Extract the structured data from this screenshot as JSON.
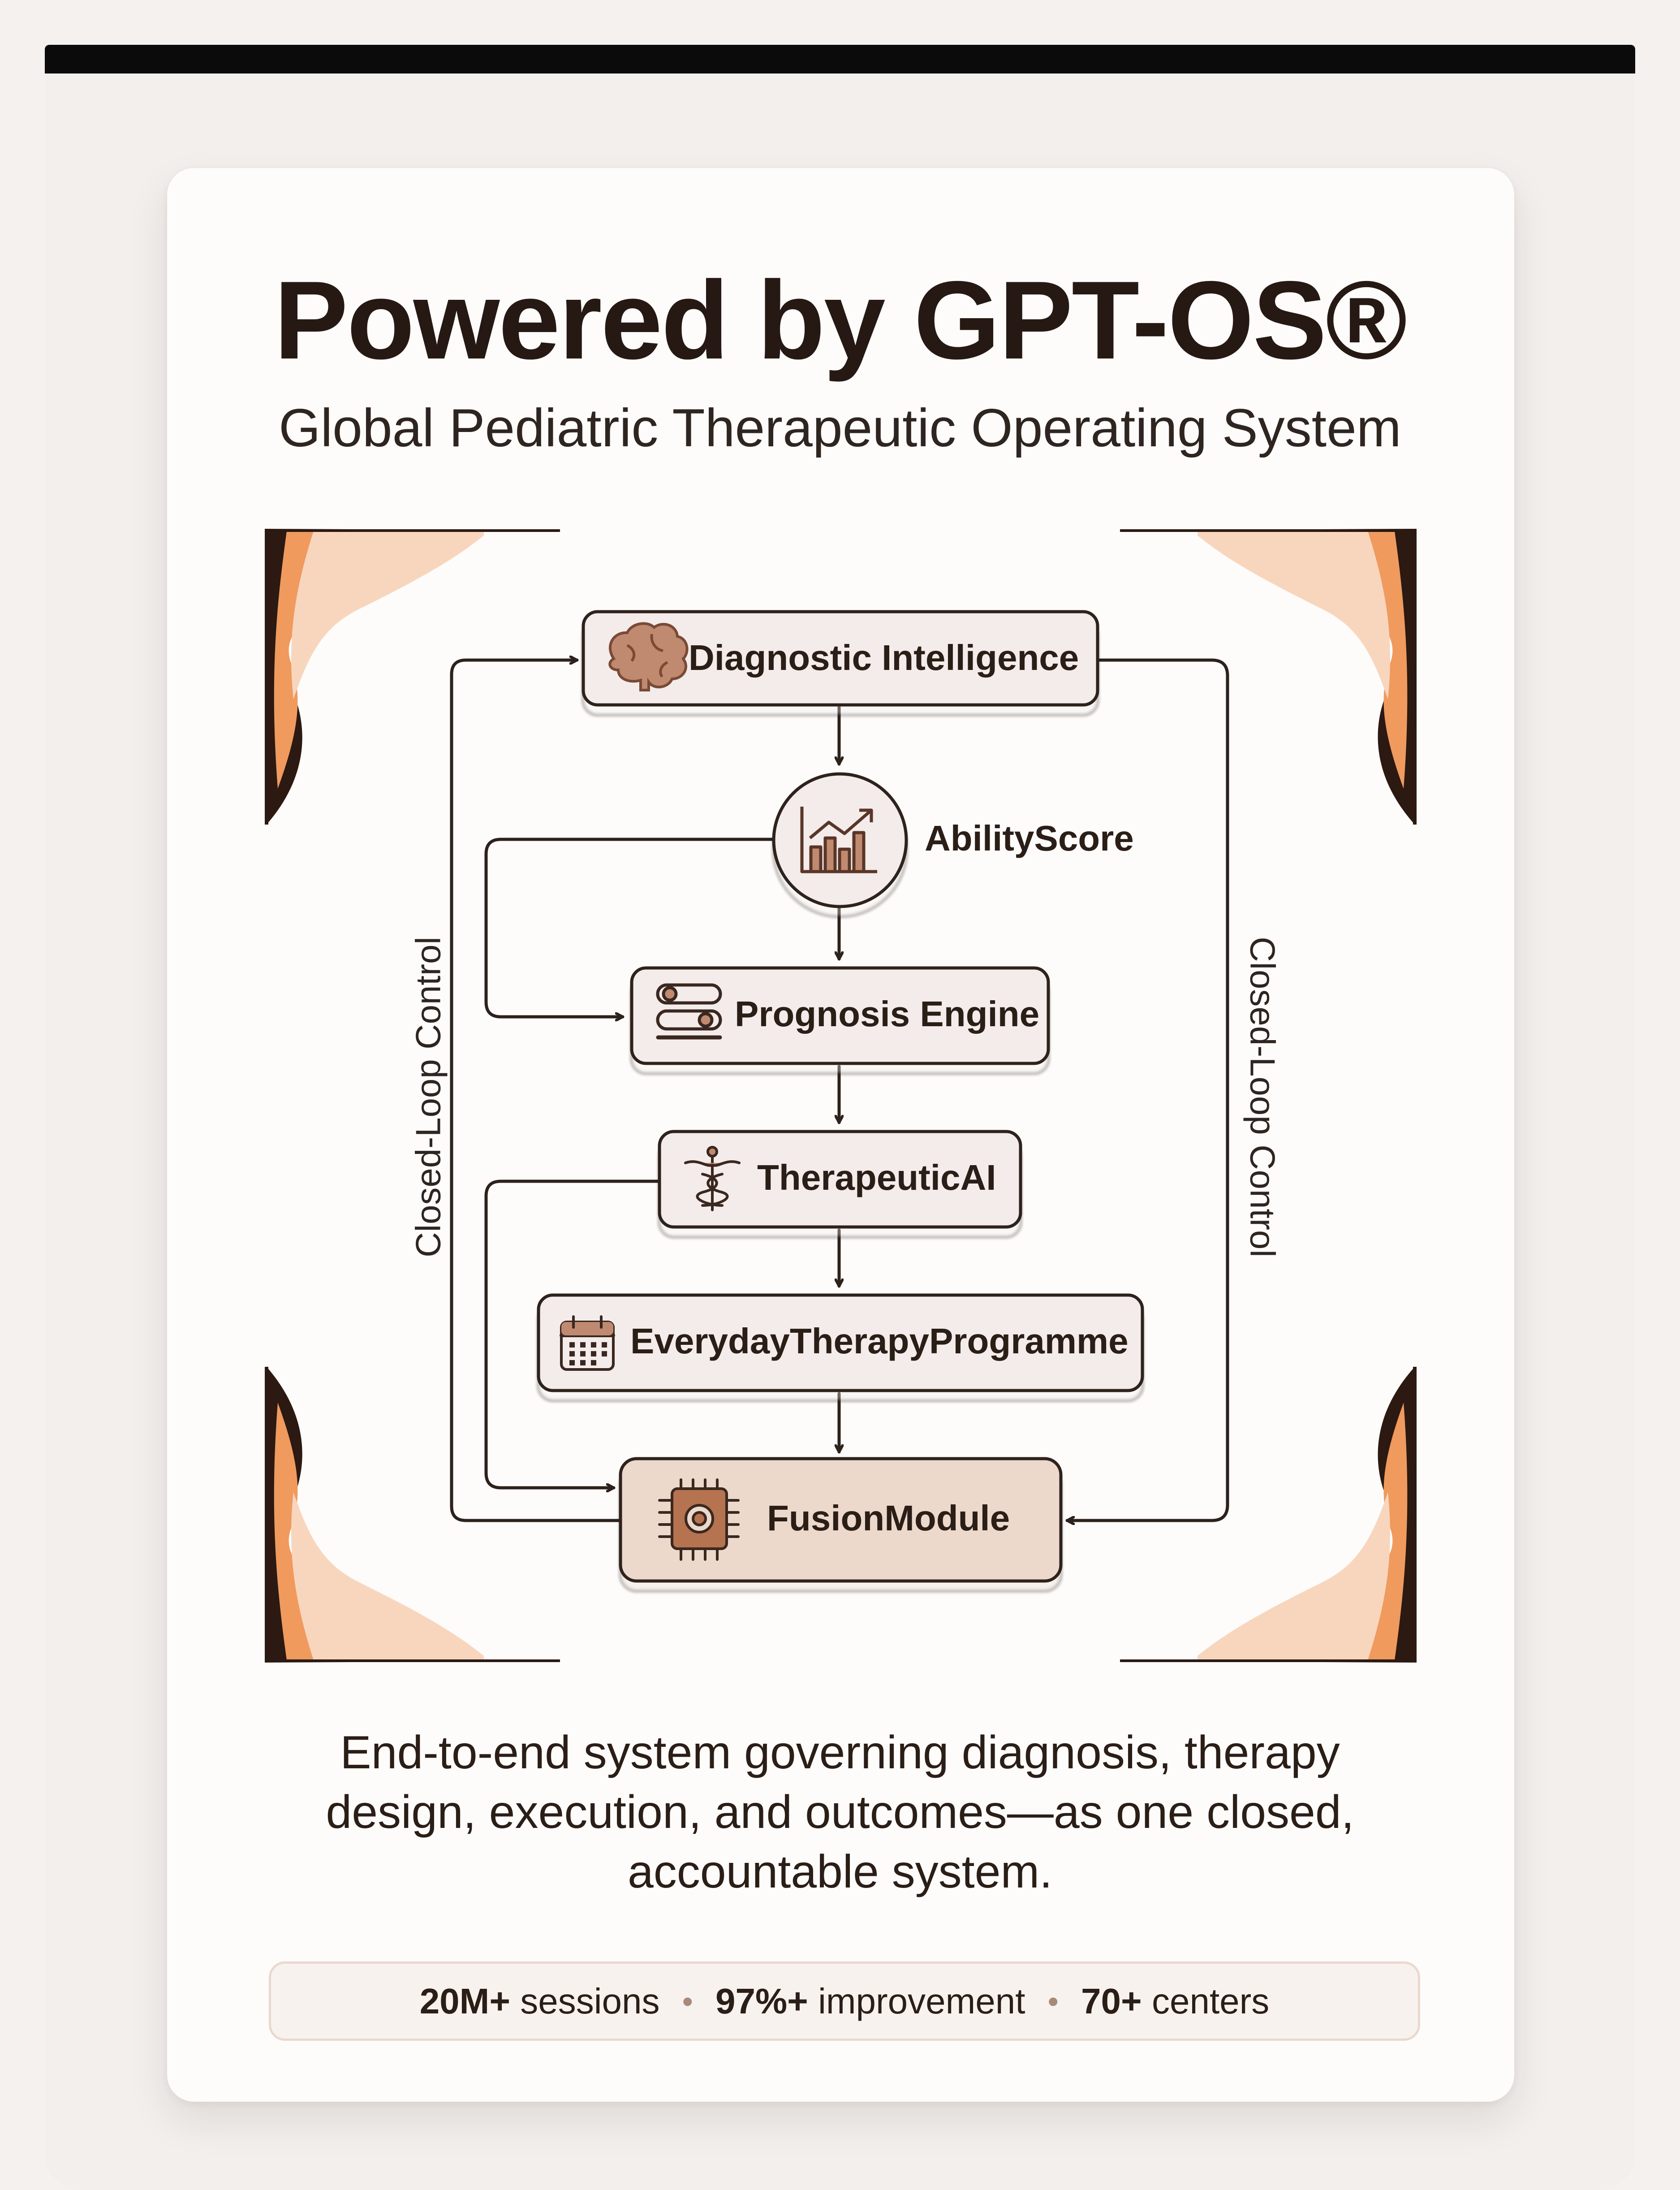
{
  "header": {
    "title": "Powered by GPT-OS®",
    "subtitle": "Global Pediatric Therapeutic Operating System"
  },
  "diagram": {
    "nodes": [
      {
        "id": "diagnostic",
        "label": "Diagnostic Intelligence",
        "icon": "brain-icon"
      },
      {
        "id": "ability",
        "label": "AbilityScore",
        "icon": "chart-growth-icon"
      },
      {
        "id": "prognosis",
        "label": "Prognosis Engine",
        "icon": "sliders-icon"
      },
      {
        "id": "therapeutic",
        "label": "TherapeuticAI",
        "icon": "caduceus-icon"
      },
      {
        "id": "everyday",
        "label": "EverydayTherapyProgramme",
        "icon": "calendar-icon"
      },
      {
        "id": "fusion",
        "label": "FusionModule",
        "icon": "chip-icon"
      }
    ],
    "loop_label_left": "Closed-Loop Control",
    "loop_label_right": "Closed-Loop Control",
    "colors": {
      "line": "#2d211b",
      "node_fill": "#f3ecea",
      "fusion_fill": "#ecd9cc",
      "corner_dark": "#2b1912",
      "corner_orange": "#f09a5e",
      "corner_peach": "#f8d6bd",
      "icon": "#8a5840"
    }
  },
  "description": "End-to-end system governing diagnosis, therapy design, execution, and outcomes—as one closed, accountable system.",
  "stats": [
    {
      "value": "20M+",
      "label": "sessions"
    },
    {
      "value": "97%+",
      "label": "improvement"
    },
    {
      "value": "70+",
      "label": "centers"
    }
  ]
}
